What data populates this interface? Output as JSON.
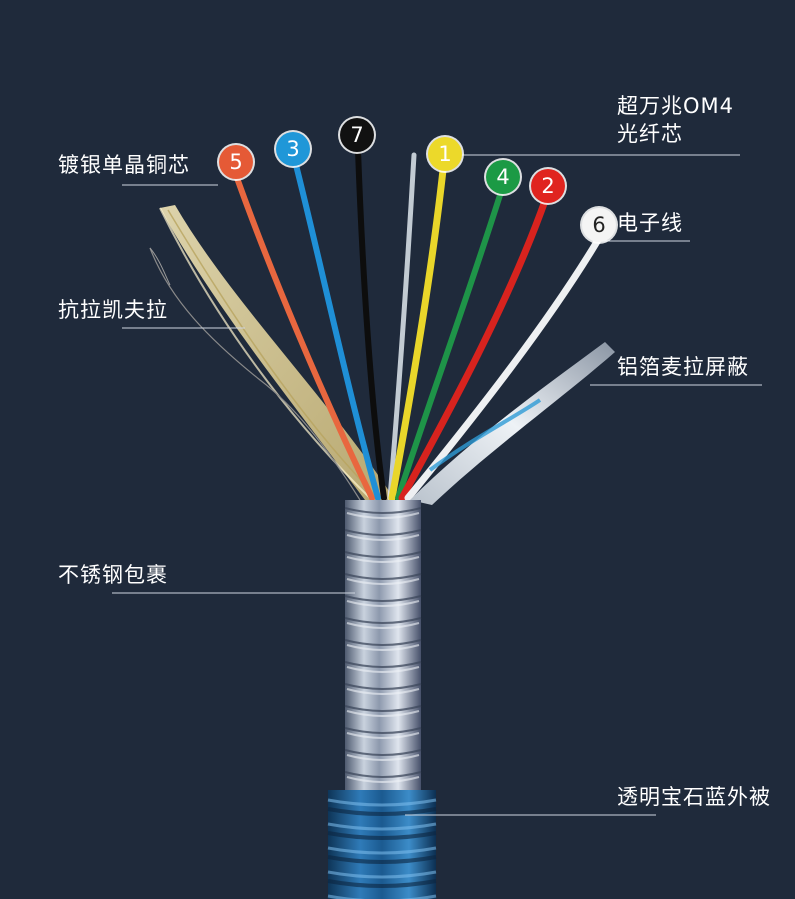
{
  "labels": {
    "silver_copper": "镀银单晶铜芯",
    "om4_line1": "超万兆OM4",
    "om4_line2": "光纤芯",
    "electronic": "电子线",
    "kevlar": "抗拉凯夫拉",
    "shield": "铝箔麦拉屏蔽",
    "steel": "不锈钢包裹",
    "jacket": "透明宝石蓝外被"
  },
  "badges": [
    {
      "num": "5",
      "color": "#e55a36"
    },
    {
      "num": "3",
      "color": "#1f97d8"
    },
    {
      "num": "7",
      "color": "#111111"
    },
    {
      "num": "1",
      "color": "#ecd92a"
    },
    {
      "num": "4",
      "color": "#1b9a45"
    },
    {
      "num": "2",
      "color": "#e0241f"
    },
    {
      "num": "6",
      "color": "#f4f4f4"
    }
  ],
  "colors": {
    "background": "#1f2a3b",
    "leader_line": "#cfd6e0",
    "jacket": "#1f5f96",
    "steel": "#9aa6b8",
    "kevlar": "#e6d7a0"
  }
}
